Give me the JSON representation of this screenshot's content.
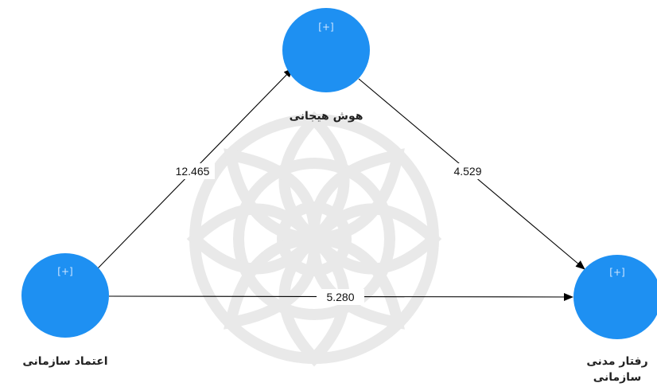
{
  "colors": {
    "node_fill": "#1e90f2",
    "edge": "#000000",
    "watermark": "#e9e9e9"
  },
  "nodes": {
    "emotional_intelligence": {
      "label": "هوش هیجانی",
      "expand_marker": "[+]"
    },
    "organizational_trust": {
      "label": "اعتماد سازمانی",
      "expand_marker": "[+]"
    },
    "organizational_citizenship": {
      "label_line1": "رفتار مدنی",
      "label_line2": "سازمانی",
      "expand_marker": "[+]"
    }
  },
  "edges": {
    "trust_to_ei": "12.465",
    "ei_to_citizenship": "4.529",
    "trust_to_citizenship": "5.280"
  }
}
